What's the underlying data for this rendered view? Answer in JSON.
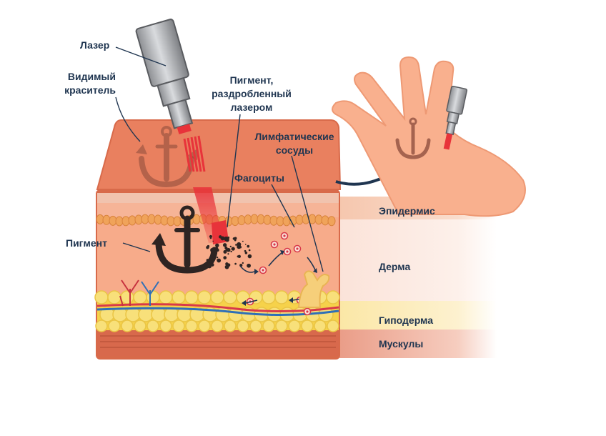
{
  "labels": {
    "laser": "Лазер",
    "visible_dye_line1": "Видимый",
    "visible_dye_line2": "краситель",
    "fragmented_line1": "Пигмент,",
    "fragmented_line2": "раздробленный",
    "fragmented_line3": "лазером",
    "lymph_line1": "Лимфатические",
    "lymph_line2": "сосуды",
    "phagocytes": "Фагоциты",
    "pigment": "Пигмент"
  },
  "layers": [
    {
      "name": "Эпидермис",
      "band_color": "#f6c7ae"
    },
    {
      "name": "Дерма",
      "band_color": "#fbe3d9"
    },
    {
      "name": "Гиподерма",
      "band_color": "#fbe7a6"
    },
    {
      "name": "Мускулы",
      "band_color": "#ea9d88"
    }
  ],
  "icons": [
    "laser-device-icon",
    "anchor-tattoo-icon",
    "hand-icon",
    "curved-arrow-icon"
  ],
  "colors": {
    "skin_top": "#e9805f",
    "skin_dark": "#d86a4a",
    "dermis": "#f7ab8a",
    "laser_beam": "#e8333a",
    "pigment": "#2e2422",
    "label": "#1f3550",
    "fat": "#f5d54a",
    "hand": "#f9b08e"
  }
}
